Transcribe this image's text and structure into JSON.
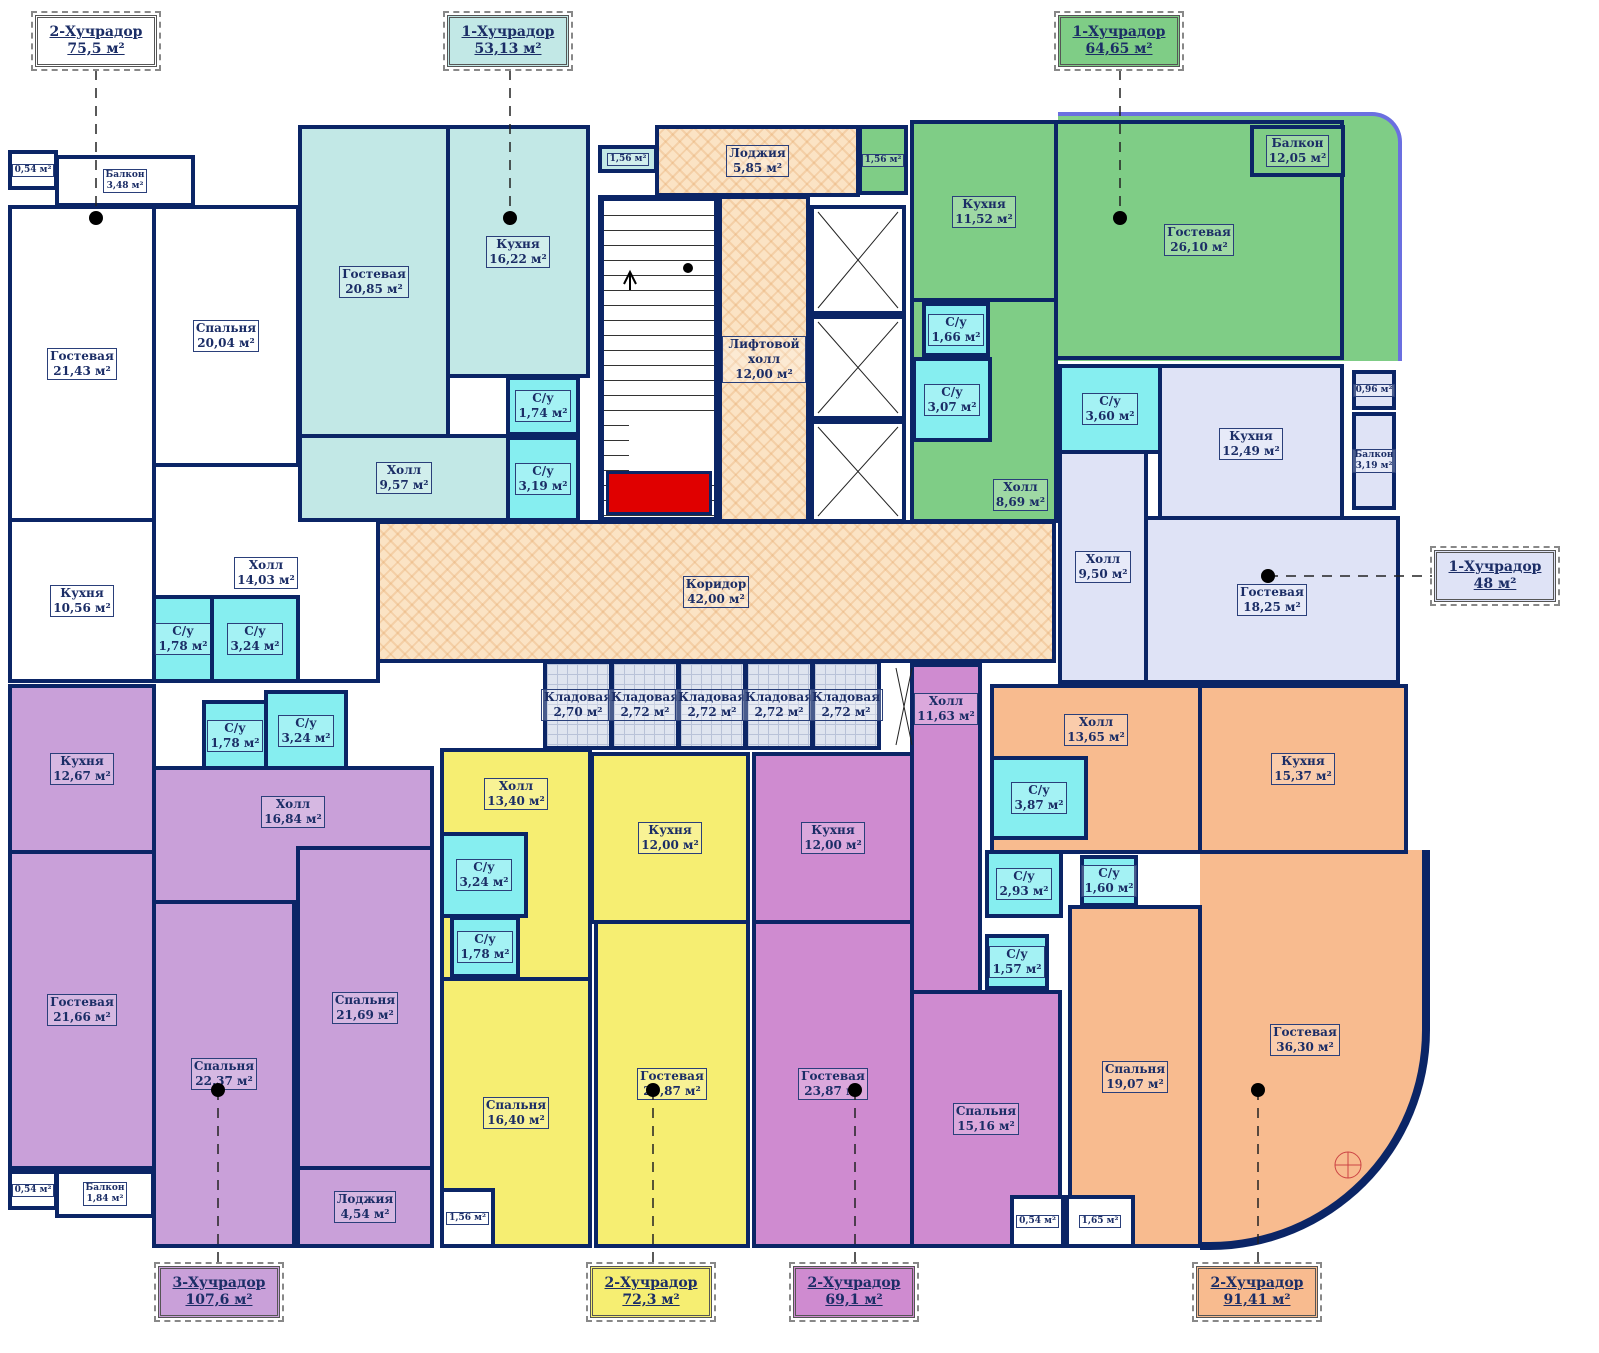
{
  "colors": {
    "wall": "#0b2566",
    "white": "#ffffff",
    "teal": "#c2e8e6",
    "cyan": "#86eef0",
    "green": "#7fcd86",
    "lavender": "#dfe3f6",
    "peach": "#fbe3c4",
    "purple": "#c9a0d9",
    "grey": "#dfe4ef",
    "yellow": "#f6ee72",
    "magenta": "#cf8bd0",
    "orange": "#f8bb8f",
    "stair_red": "#e00000"
  },
  "apartments": [
    {
      "title": "2-Хучрадор",
      "area": "75,5 м²",
      "color": "#ffffff"
    },
    {
      "title": "1-Хучрадор",
      "area": "53,13 м²",
      "color": "#c2e8e6"
    },
    {
      "title": "1-Хучрадор",
      "area": "64,65 м²",
      "color": "#7fcd86"
    },
    {
      "title": "1-Хучрадор",
      "area": "48 м²",
      "color": "#dfe3f6"
    },
    {
      "title": "3-Хучрадор",
      "area": "107,6 м²",
      "color": "#c9a0d9"
    },
    {
      "title": "2-Хучрадор",
      "area": "72,3 м²",
      "color": "#f6ee72"
    },
    {
      "title": "2-Хучрадор",
      "area": "69,1 м²",
      "color": "#cf8bd0"
    },
    {
      "title": "2-Хучрадор",
      "area": "91,41 м²",
      "color": "#f8bb8f"
    }
  ],
  "rooms": [
    {
      "name": "Гостевая",
      "area": "21,43 м²",
      "fill": "white"
    },
    {
      "name": "Спальня",
      "area": "20,04 м²",
      "fill": "white"
    },
    {
      "name": "Холл",
      "area": "14,03 м²",
      "fill": "white"
    },
    {
      "name": "Кухня",
      "area": "10,56 м²",
      "fill": "white"
    },
    {
      "name": "С/у",
      "area": "1,78 м²",
      "fill": "cyan"
    },
    {
      "name": "С/у",
      "area": "3,24 м²",
      "fill": "cyan"
    },
    {
      "name": "Балкон",
      "area": "3,48 м²",
      "fill": "white"
    },
    {
      "name": "",
      "area": "0,54 м²",
      "fill": "white"
    },
    {
      "name": "Гостевая",
      "area": "20,85 м²",
      "fill": "teal"
    },
    {
      "name": "Кухня",
      "area": "16,22 м²",
      "fill": "teal"
    },
    {
      "name": "Холл",
      "area": "9,57 м²",
      "fill": "teal"
    },
    {
      "name": "С/у",
      "area": "1,74 м²",
      "fill": "cyan"
    },
    {
      "name": "С/у",
      "area": "3,19 м²",
      "fill": "cyan"
    },
    {
      "name": "",
      "area": "1,56 м²",
      "fill": "teal"
    },
    {
      "name": "Лоджия",
      "area": "5,85 м²",
      "fill": "peach"
    },
    {
      "name": "Лифтовой холл",
      "area": "12,00 м²",
      "fill": "peach"
    },
    {
      "name": "",
      "area": "1,56 м²",
      "fill": "green"
    },
    {
      "name": "Кухня",
      "area": "11,52 м²",
      "fill": "green"
    },
    {
      "name": "Холл",
      "area": "8,69 м²",
      "fill": "green"
    },
    {
      "name": "С/у",
      "area": "1,66 м²",
      "fill": "cyan"
    },
    {
      "name": "С/у",
      "area": "3,07 м²",
      "fill": "cyan"
    },
    {
      "name": "Гостевая",
      "area": "26,10 м²",
      "fill": "green"
    },
    {
      "name": "Балкон",
      "area": "12,05 м²",
      "fill": "green"
    },
    {
      "name": "С/у",
      "area": "3,60 м²",
      "fill": "cyan"
    },
    {
      "name": "Кухня",
      "area": "12,49 м²",
      "fill": "lavender"
    },
    {
      "name": "Холл",
      "area": "9,50 м²",
      "fill": "lavender"
    },
    {
      "name": "Гостевая",
      "area": "18,25 м²",
      "fill": "lavender"
    },
    {
      "name": "Балкон",
      "area": "3,19 м²",
      "fill": "lavender"
    },
    {
      "name": "",
      "area": "0,96 м²",
      "fill": "lavender"
    },
    {
      "name": "Коридор",
      "area": "42,00 м²",
      "fill": "peach"
    },
    {
      "name": "Кухня",
      "area": "12,67 м²",
      "fill": "purple"
    },
    {
      "name": "С/у",
      "area": "1,78 м²",
      "fill": "cyan"
    },
    {
      "name": "С/у",
      "area": "3,24 м²",
      "fill": "cyan"
    },
    {
      "name": "Холл",
      "area": "16,84 м²",
      "fill": "purple"
    },
    {
      "name": "Гостевая",
      "area": "21,66 м²",
      "fill": "purple"
    },
    {
      "name": "Спальня",
      "area": "22,37 м²",
      "fill": "purple"
    },
    {
      "name": "Спальня",
      "area": "21,69 м²",
      "fill": "purple"
    },
    {
      "name": "Лоджия",
      "area": "4,54 м²",
      "fill": "purple"
    },
    {
      "name": "Балкон",
      "area": "1,84 м²",
      "fill": "white"
    },
    {
      "name": "",
      "area": "0,54 м²",
      "fill": "white"
    },
    {
      "name": "Кладовая",
      "area": "2,70 м²",
      "fill": "grey"
    },
    {
      "name": "Кладовая",
      "area": "2,72 м²",
      "fill": "grey"
    },
    {
      "name": "Кладовая",
      "area": "2,72 м²",
      "fill": "grey"
    },
    {
      "name": "Кладовая",
      "area": "2,72 м²",
      "fill": "grey"
    },
    {
      "name": "Кладовая",
      "area": "2,72 м²",
      "fill": "grey"
    },
    {
      "name": "Холл",
      "area": "13,40 м²",
      "fill": "yellow"
    },
    {
      "name": "С/у",
      "area": "3,24 м²",
      "fill": "cyan"
    },
    {
      "name": "С/у",
      "area": "1,78 м²",
      "fill": "cyan"
    },
    {
      "name": "Кухня",
      "area": "12,00 м²",
      "fill": "yellow"
    },
    {
      "name": "Спальня",
      "area": "16,40 м²",
      "fill": "yellow"
    },
    {
      "name": "Гостевая",
      "area": "23,87 м²",
      "fill": "yellow"
    },
    {
      "name": "",
      "area": "1,56 м²",
      "fill": "white"
    },
    {
      "name": "Кухня",
      "area": "12,00 м²",
      "fill": "magenta"
    },
    {
      "name": "Холл",
      "area": "11,63 м²",
      "fill": "magenta"
    },
    {
      "name": "Гостевая",
      "area": "23,87 м²",
      "fill": "magenta"
    },
    {
      "name": "Спальня",
      "area": "15,16 м²",
      "fill": "magenta"
    },
    {
      "name": "С/у",
      "area": "2,93 м²",
      "fill": "cyan"
    },
    {
      "name": "С/у",
      "area": "1,57 м²",
      "fill": "cyan"
    },
    {
      "name": "Холл",
      "area": "13,65 м²",
      "fill": "orange"
    },
    {
      "name": "С/у",
      "area": "3,87 м²",
      "fill": "cyan"
    },
    {
      "name": "С/у",
      "area": "1,60 м²",
      "fill": "cyan"
    },
    {
      "name": "Кухня",
      "area": "15,37 м²",
      "fill": "orange"
    },
    {
      "name": "Спальня",
      "area": "19,07 м²",
      "fill": "orange"
    },
    {
      "name": "Гостевая",
      "area": "36,30 м²",
      "fill": "orange"
    },
    {
      "name": "",
      "area": "0,54 м²",
      "fill": "white"
    },
    {
      "name": "",
      "area": "1,65 м²",
      "fill": "white"
    }
  ]
}
